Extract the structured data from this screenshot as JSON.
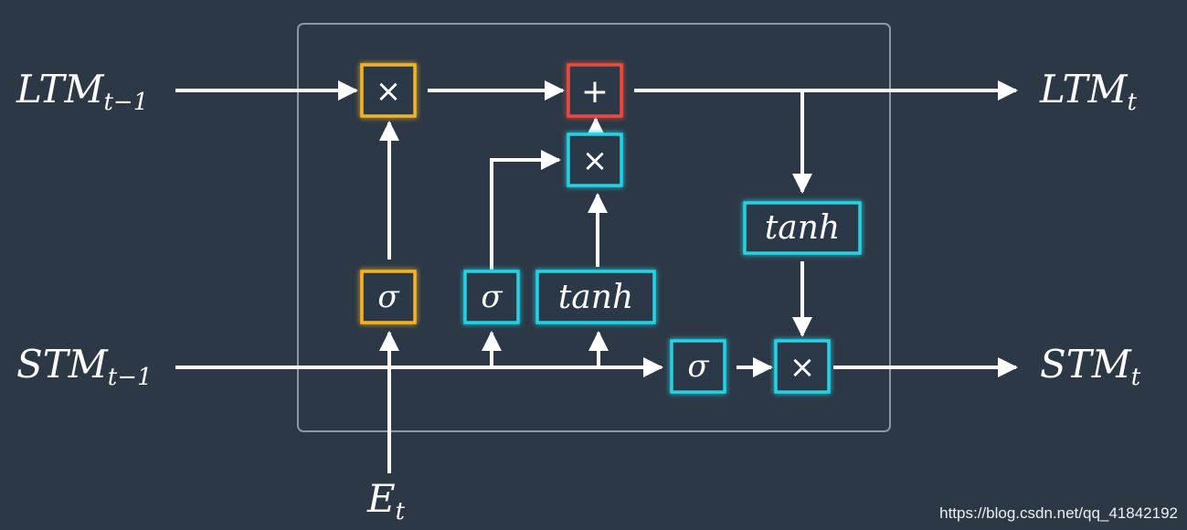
{
  "colors": {
    "background": "#2c3846",
    "yellow": "#f5b324",
    "cyan": "#22d3e6",
    "red": "#f04a3a",
    "line": "#ffffff",
    "frame": "#8d96a2"
  },
  "labels": {
    "ltm_in_main": "LTM",
    "ltm_in_sub": "t−1",
    "stm_in_main": "STM",
    "stm_in_sub": "t−1",
    "ltm_out_main": "LTM",
    "ltm_out_sub": "t",
    "stm_out_main": "STM",
    "stm_out_sub": "t",
    "event_main": "E",
    "event_sub": "t"
  },
  "nodes": {
    "forget_multiply": "×",
    "forget_sigma": "σ",
    "add": "+",
    "learn_multiply": "×",
    "learn_sigma": "σ",
    "learn_tanh": "tanh",
    "use_tanh": "tanh",
    "use_sigma": "σ",
    "use_multiply": "×"
  },
  "watermark": "https://blog.csdn.net/qq_41842192"
}
